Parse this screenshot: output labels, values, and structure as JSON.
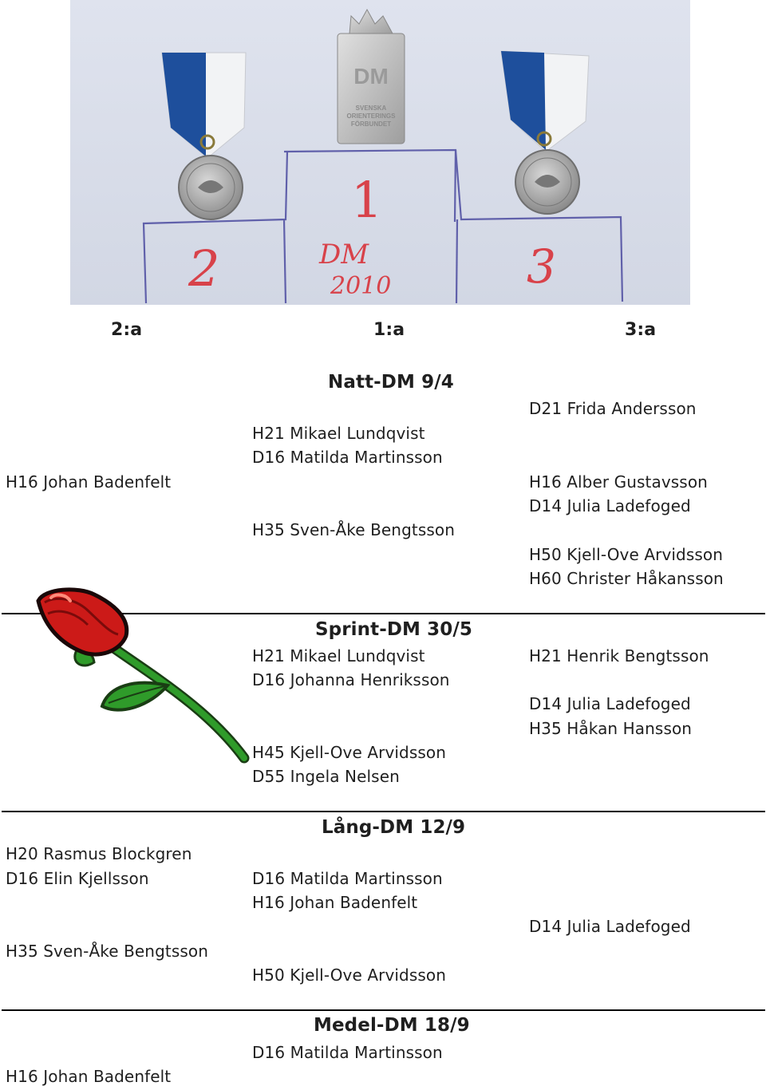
{
  "colors": {
    "backdrop": "#dde1ec",
    "ribbon_blue": "#1e4f9c",
    "ribbon_white": "#f3f4f6",
    "pen_red": "#d8424a",
    "pen_purple": "#5e5ea8",
    "rose_red": "#cc1a18",
    "stem_green": "#2f9b2a"
  },
  "photo": {
    "plaque_text_1": "DM",
    "plaque_text_2": "SVENSKA",
    "plaque_text_3": "ORIENTERINGS",
    "plaque_text_4": "FÖRBUNDET",
    "place_1": "1",
    "place_2": "2",
    "place_3": "3",
    "written_1": "DM",
    "written_2": "2010"
  },
  "places": {
    "second": "2:a",
    "first": "1:a",
    "third": "3:a"
  },
  "natt": {
    "title": "Natt-DM 9/4",
    "left": [
      "H16 Johan Badenfelt"
    ],
    "mid": [
      "H21 Mikael Lundqvist",
      "D16 Matilda Martinsson",
      "H35 Sven-Åke Bengtsson"
    ],
    "right": [
      "D21 Frida Andersson",
      "H16 Alber Gustavsson",
      "D14 Julia Ladefoged",
      "H50 Kjell-Ove Arvidsson",
      "H60 Christer Håkansson"
    ]
  },
  "sprint": {
    "title": "Sprint-DM 30/5",
    "mid": [
      "H21 Mikael Lundqvist",
      "D16 Johanna Henriksson",
      "H45 Kjell-Ove Arvidsson",
      "D55 Ingela Nelsen"
    ],
    "right": [
      "H21 Henrik Bengtsson",
      "D14 Julia Ladefoged",
      "H35 Håkan Hansson"
    ]
  },
  "lang": {
    "title": "Lång-DM 12/9",
    "left": [
      "H20 Rasmus Blockgren",
      "D16 Elin Kjellsson",
      "H35 Sven-Åke Bengtsson"
    ],
    "mid": [
      "D16 Matilda Martinsson",
      "H16 Johan Badenfelt",
      "H50 Kjell-Ove Arvidsson"
    ],
    "right": [
      "D14 Julia Ladefoged"
    ]
  },
  "medel": {
    "title": "Medel-DM 18/9",
    "left": [
      "H16 Johan Badenfelt"
    ],
    "mid": [
      "D16 Matilda Martinsson"
    ]
  }
}
